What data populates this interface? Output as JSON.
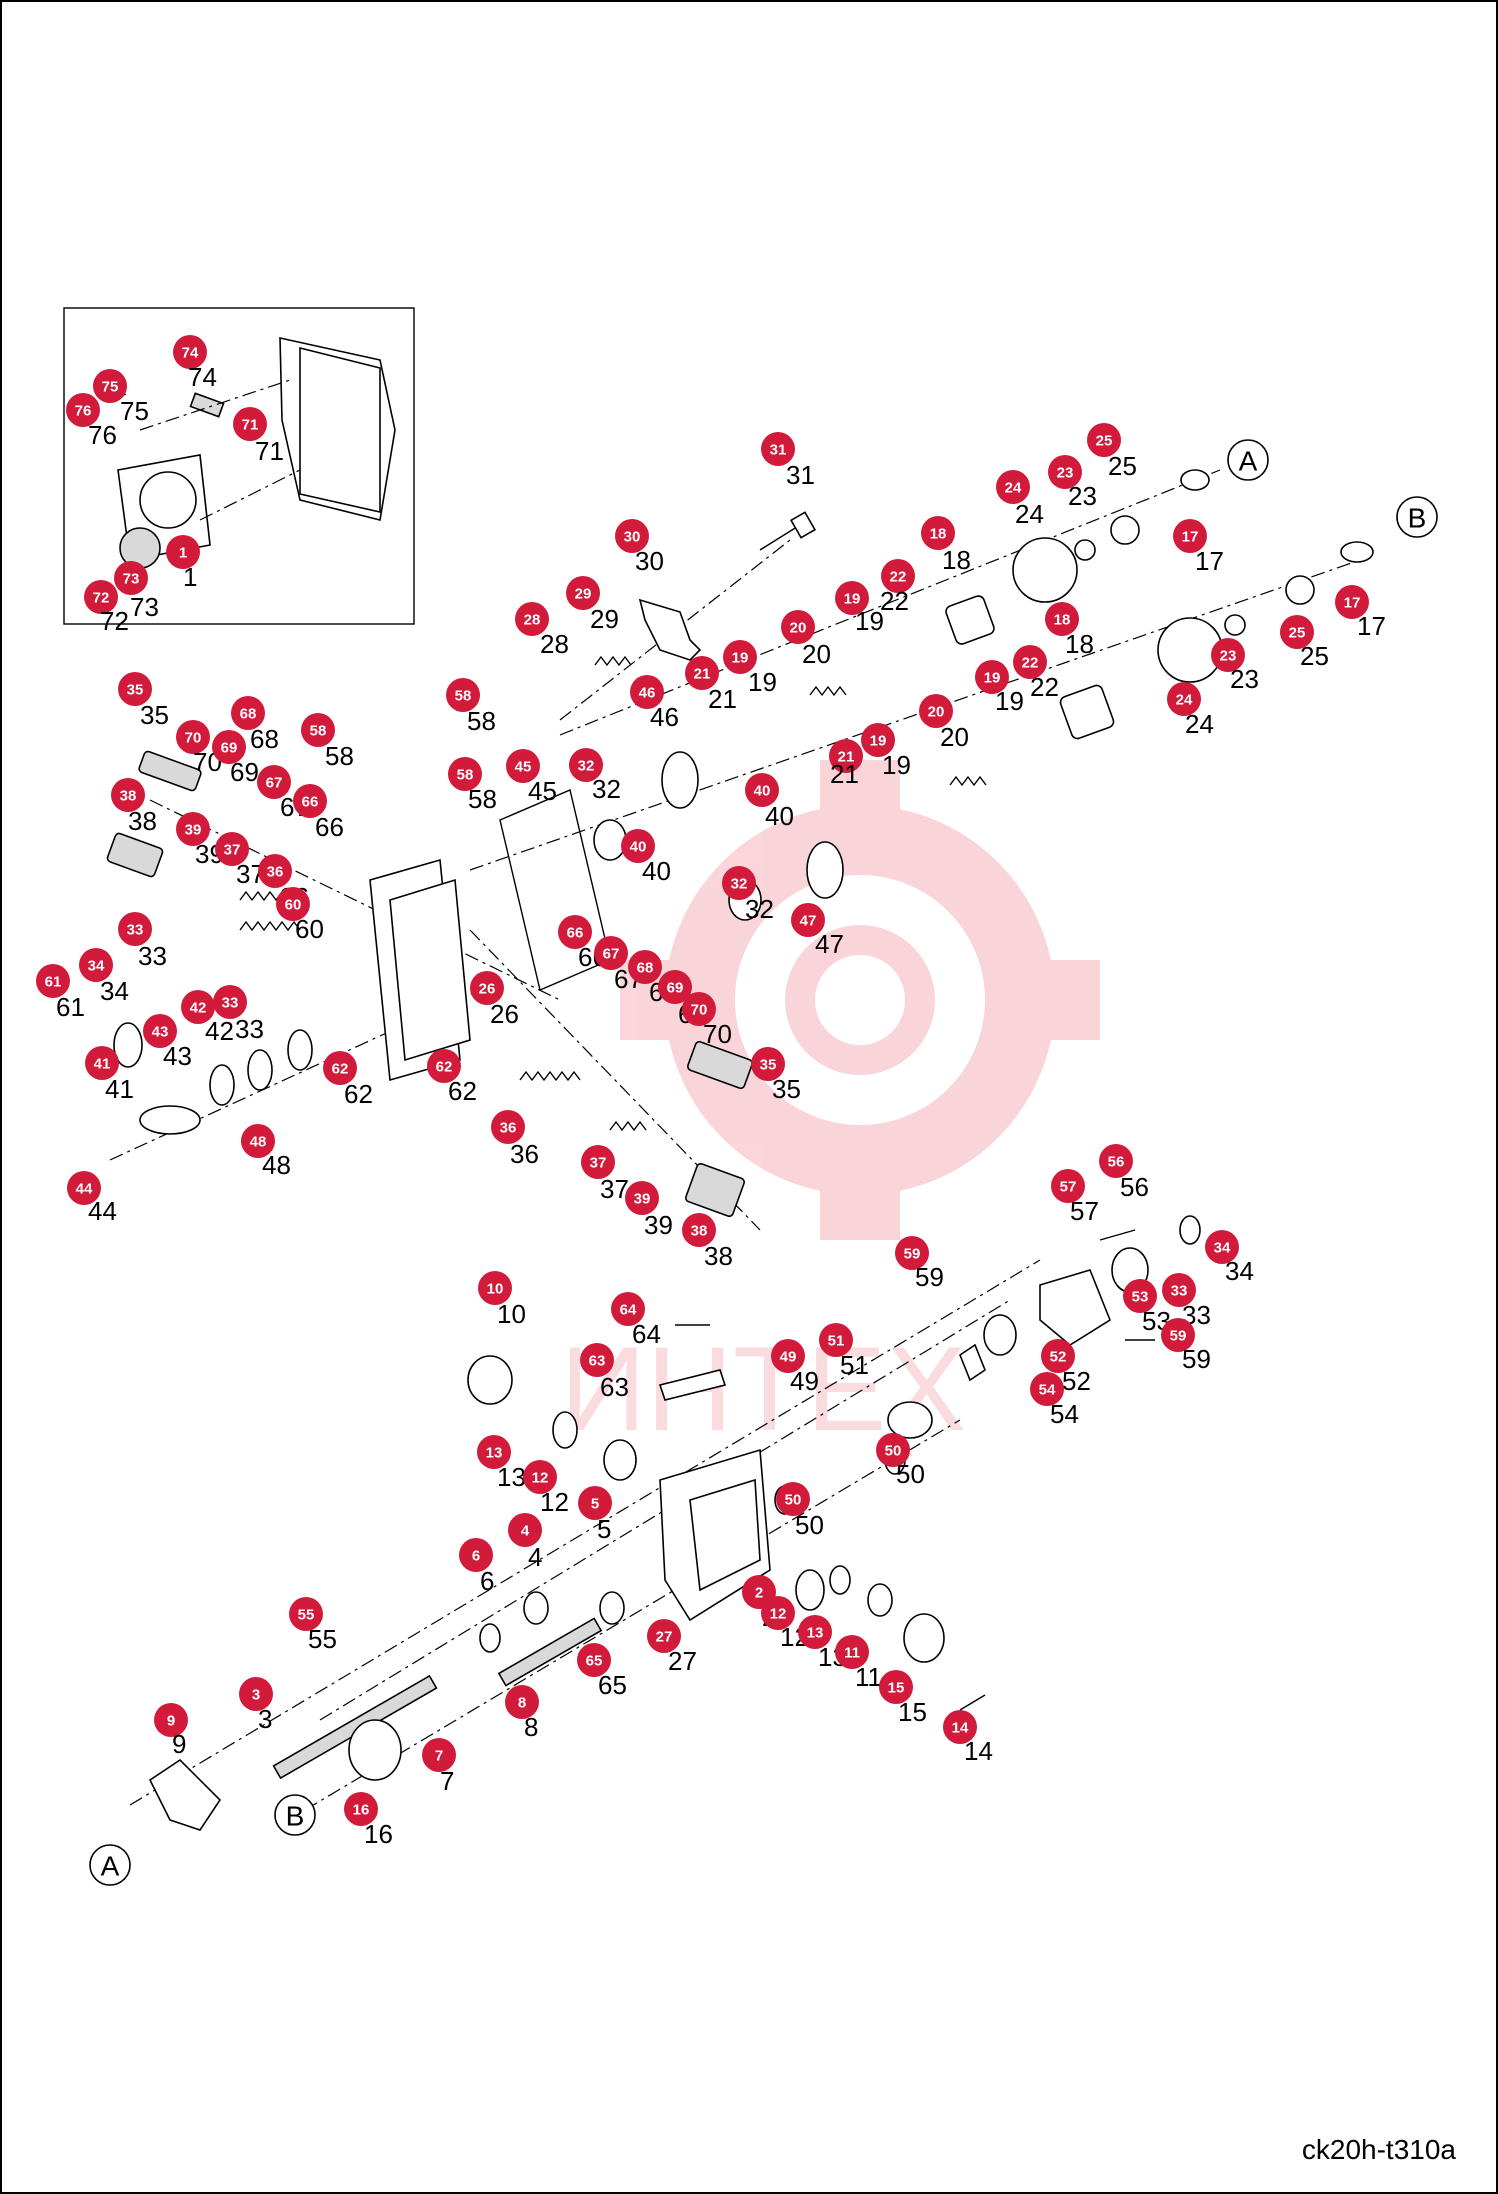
{
  "sheet_code": "ck20h-t310a",
  "watermark_text": "ИНТЕХ",
  "colors": {
    "badge": "#d21a3b",
    "badge_text": "#ffffff",
    "line": "#000000",
    "watermark": "#f6b9bf"
  },
  "connectors": {
    "a": "A",
    "b": "B"
  },
  "inset": {
    "parts": [
      {
        "badge": "74",
        "label": "74"
      },
      {
        "badge": "75",
        "label": "75"
      },
      {
        "badge": "76",
        "label": "76"
      },
      {
        "badge": "71",
        "label": "71"
      },
      {
        "badge": "1",
        "label": "1"
      },
      {
        "badge": "73",
        "label": "73"
      },
      {
        "badge": "72",
        "label": "72"
      }
    ]
  },
  "upper": {
    "parts": [
      {
        "badge": "31",
        "label": "31"
      },
      {
        "badge": "30",
        "label": "30"
      },
      {
        "badge": "29",
        "label": "29"
      },
      {
        "badge": "28",
        "label": "28"
      },
      {
        "badge": "24",
        "label": "24"
      },
      {
        "badge": "23",
        "label": "23"
      },
      {
        "badge": "25",
        "label": "25"
      },
      {
        "badge": "17",
        "label": "17"
      },
      {
        "badge": "18",
        "label": "18"
      },
      {
        "badge": "22",
        "label": "22"
      },
      {
        "badge": "19",
        "label": "19"
      },
      {
        "badge": "20",
        "label": "20"
      },
      {
        "badge": "21",
        "label": "21"
      },
      {
        "badge": "19",
        "label": "19"
      },
      {
        "badge": "18",
        "label": "18"
      },
      {
        "badge": "22",
        "label": "22"
      },
      {
        "badge": "19",
        "label": "19"
      },
      {
        "badge": "20",
        "label": "20"
      },
      {
        "badge": "19",
        "label": "19"
      },
      {
        "badge": "21",
        "label": "21"
      },
      {
        "badge": "23",
        "label": "23"
      },
      {
        "badge": "24",
        "label": "24"
      },
      {
        "badge": "25",
        "label": "25"
      },
      {
        "badge": "17",
        "label": "17"
      },
      {
        "badge": "35",
        "label": "35"
      },
      {
        "badge": "68",
        "label": "68"
      },
      {
        "badge": "70",
        "label": "70"
      },
      {
        "badge": "69",
        "label": "69"
      },
      {
        "badge": "58",
        "label": "58"
      },
      {
        "badge": "58",
        "label": "58"
      },
      {
        "badge": "58",
        "label": "58"
      },
      {
        "badge": "46",
        "label": "46"
      },
      {
        "badge": "32",
        "label": "32"
      },
      {
        "badge": "45",
        "label": "45"
      },
      {
        "badge": "67",
        "label": "67"
      },
      {
        "badge": "66",
        "label": "66"
      },
      {
        "badge": "38",
        "label": "38"
      },
      {
        "badge": "39",
        "label": "39"
      },
      {
        "badge": "37",
        "label": "37"
      },
      {
        "badge": "36",
        "label": "36"
      },
      {
        "badge": "60",
        "label": "60"
      },
      {
        "badge": "40",
        "label": "40"
      },
      {
        "badge": "40",
        "label": "40"
      },
      {
        "badge": "32",
        "label": "32"
      },
      {
        "badge": "47",
        "label": "47"
      },
      {
        "badge": "33",
        "label": "33"
      },
      {
        "badge": "34",
        "label": "34"
      },
      {
        "badge": "61",
        "label": "61"
      },
      {
        "badge": "42",
        "label": "42"
      },
      {
        "badge": "33",
        "label": "33"
      },
      {
        "badge": "43",
        "label": "43"
      },
      {
        "badge": "41",
        "label": "41"
      },
      {
        "badge": "26",
        "label": "26"
      },
      {
        "badge": "66",
        "label": "66"
      },
      {
        "badge": "67",
        "label": "67"
      },
      {
        "badge": "68",
        "label": "68"
      },
      {
        "badge": "69",
        "label": "69"
      },
      {
        "badge": "70",
        "label": "70"
      },
      {
        "badge": "35",
        "label": "35"
      },
      {
        "badge": "62",
        "label": "62"
      },
      {
        "badge": "62",
        "label": "62"
      },
      {
        "badge": "48",
        "label": "48"
      },
      {
        "badge": "44",
        "label": "44"
      },
      {
        "badge": "36",
        "label": "36"
      },
      {
        "badge": "37",
        "label": "37"
      },
      {
        "badge": "39",
        "label": "39"
      },
      {
        "badge": "38",
        "label": "38"
      }
    ]
  },
  "lower": {
    "parts": [
      {
        "badge": "56",
        "label": "56"
      },
      {
        "badge": "57",
        "label": "57"
      },
      {
        "badge": "34",
        "label": "34"
      },
      {
        "badge": "59",
        "label": "59"
      },
      {
        "badge": "53",
        "label": "53"
      },
      {
        "badge": "33",
        "label": "33"
      },
      {
        "badge": "59",
        "label": "59"
      },
      {
        "badge": "10",
        "label": "10"
      },
      {
        "badge": "64",
        "label": "64"
      },
      {
        "badge": "51",
        "label": "51"
      },
      {
        "badge": "49",
        "label": "49"
      },
      {
        "badge": "63",
        "label": "63"
      },
      {
        "badge": "52",
        "label": "52"
      },
      {
        "badge": "54",
        "label": "54"
      },
      {
        "badge": "50",
        "label": "50"
      },
      {
        "badge": "13",
        "label": "13"
      },
      {
        "badge": "12",
        "label": "12"
      },
      {
        "badge": "5",
        "label": "5"
      },
      {
        "badge": "50",
        "label": "50"
      },
      {
        "badge": "4",
        "label": "4"
      },
      {
        "badge": "6",
        "label": "6"
      },
      {
        "badge": "2",
        "label": "2"
      },
      {
        "badge": "12",
        "label": "12"
      },
      {
        "badge": "13",
        "label": "13"
      },
      {
        "badge": "11",
        "label": "11"
      },
      {
        "badge": "27",
        "label": "27"
      },
      {
        "badge": "65",
        "label": "65"
      },
      {
        "badge": "55",
        "label": "55"
      },
      {
        "badge": "15",
        "label": "15"
      },
      {
        "badge": "3",
        "label": "3"
      },
      {
        "badge": "8",
        "label": "8"
      },
      {
        "badge": "14",
        "label": "14"
      },
      {
        "badge": "9",
        "label": "9"
      },
      {
        "badge": "7",
        "label": "7"
      },
      {
        "badge": "16",
        "label": "16"
      }
    ]
  }
}
